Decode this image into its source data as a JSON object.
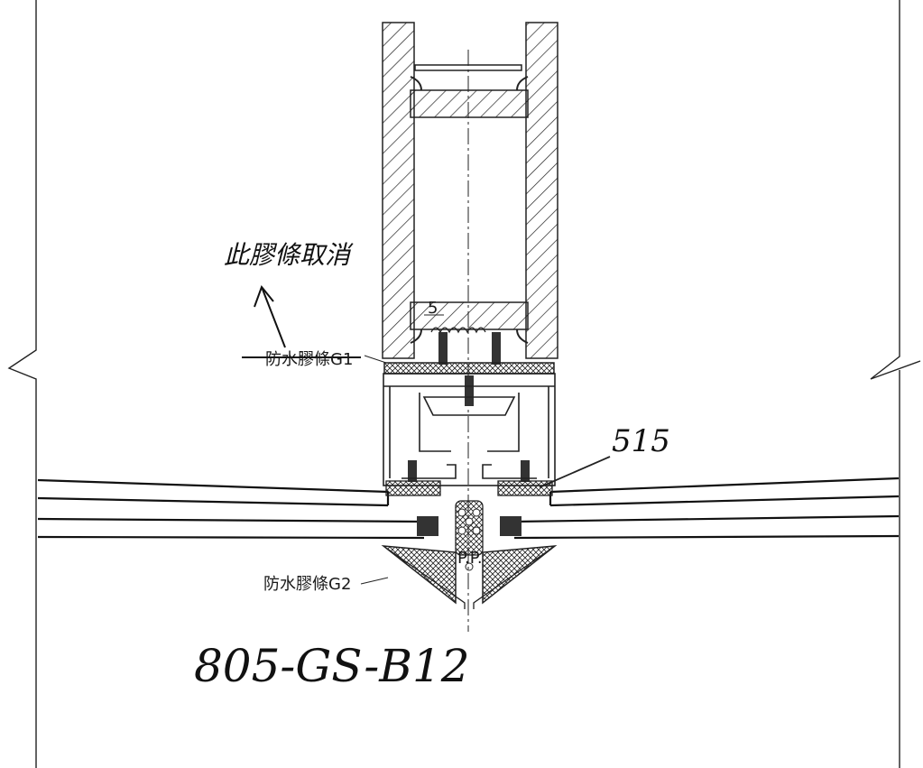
{
  "diagram": {
    "labels": {
      "gasket_g1": "防水膠條G1",
      "gasket_g2": "防水膠條G2",
      "dim_5": "5",
      "pp": "P.P."
    },
    "annotations": {
      "cancel_note": "此膠條取消",
      "code": "805-GS-B12",
      "side_mark": "515"
    }
  }
}
